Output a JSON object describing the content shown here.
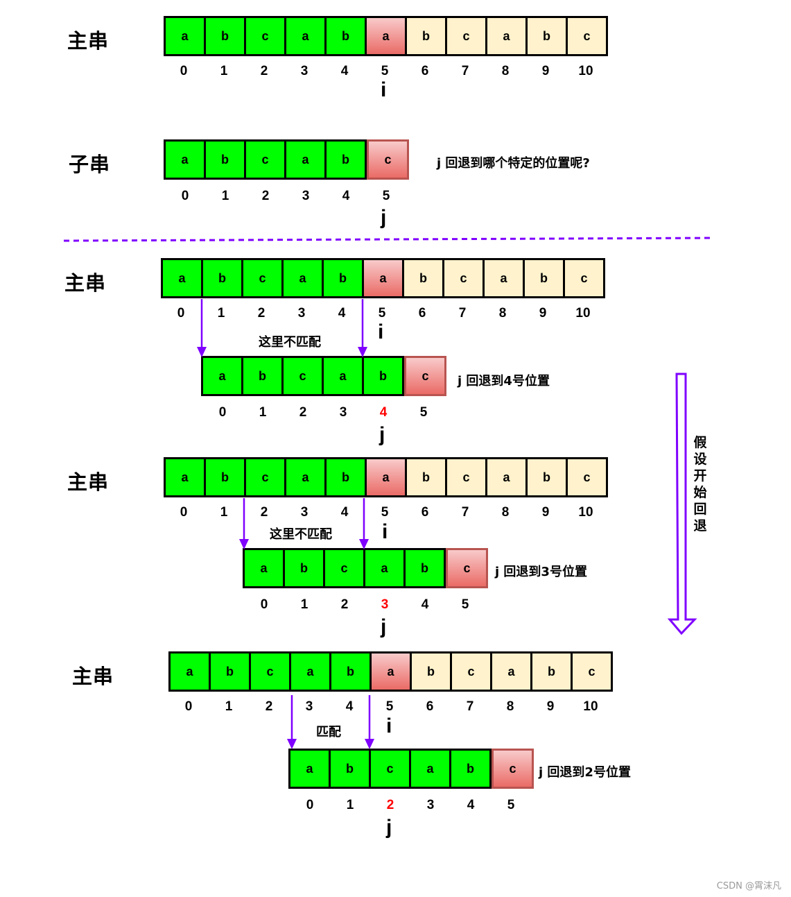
{
  "labels": {
    "main": "主串",
    "sub": "子串"
  },
  "main_string": [
    "a",
    "b",
    "c",
    "a",
    "b",
    "a",
    "b",
    "c",
    "a",
    "b",
    "c"
  ],
  "main_states": [
    "match",
    "match",
    "match",
    "match",
    "match",
    "mis",
    "rest",
    "rest",
    "rest",
    "rest",
    "rest"
  ],
  "main_indices": [
    "0",
    "1",
    "2",
    "3",
    "4",
    "5",
    "6",
    "7",
    "8",
    "9",
    "10"
  ],
  "sub_string": [
    "a",
    "b",
    "c",
    "a",
    "b",
    "c"
  ],
  "sub_states": [
    "match",
    "match",
    "match",
    "match",
    "match",
    "mis"
  ],
  "sub_indices": [
    "0",
    "1",
    "2",
    "3",
    "4",
    "5"
  ],
  "pointer_i": "i",
  "pointer_j": "j",
  "question": "j 回退到哪个特定的位置呢?",
  "steps": [
    {
      "gap_label": "这里不匹配",
      "note": "j 回退到4号位置",
      "highlight_index": 4
    },
    {
      "gap_label": "这里不匹配",
      "note": "j 回退到3号位置",
      "highlight_index": 3
    },
    {
      "gap_label": "匹配",
      "note": "j 回退到2号位置",
      "highlight_index": 2
    }
  ],
  "side_arrow_text": [
    "假",
    "设",
    "开",
    "始",
    "回",
    "退"
  ],
  "colors": {
    "match": "#00ff00",
    "mismatch_top": "#f8caca",
    "mismatch_bottom": "#ea6b66",
    "rest": "#fff2cc",
    "arrow": "#7f00ff",
    "highlight": "#ff0000"
  },
  "credit": "CSDN @霄沫凡"
}
